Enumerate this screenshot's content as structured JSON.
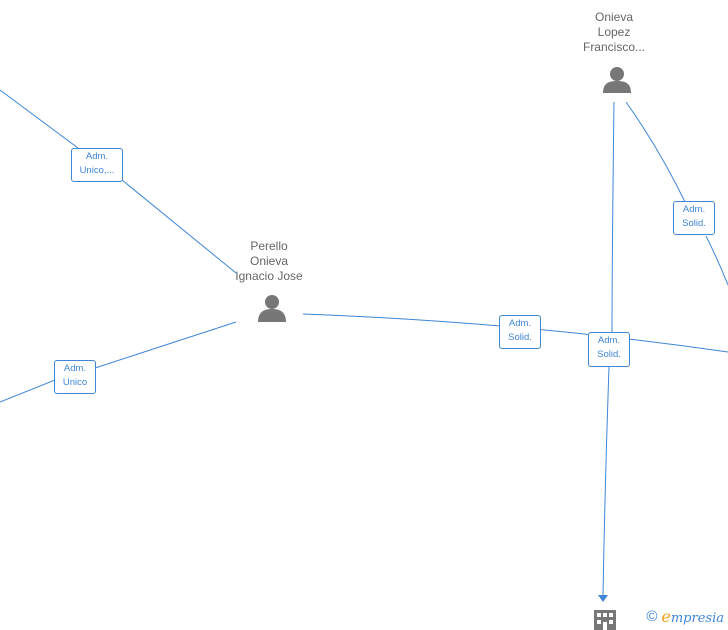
{
  "nodes": {
    "perello": {
      "line1": "Perello",
      "line2": "Onieva",
      "line3": "Ignacio Jose"
    },
    "onieva": {
      "line1": "Onieva",
      "line2": "Lopez",
      "line3": "Francisco..."
    }
  },
  "edges": {
    "adm_unico_top": {
      "line1": "Adm.",
      "line2": "Unico,..."
    },
    "adm_unico_left": {
      "line1": "Adm.",
      "line2": "Unico"
    },
    "adm_solid_middle": {
      "line1": "Adm.",
      "line2": "Solid."
    },
    "adm_solid_right": {
      "line1": "Adm.",
      "line2": "Solid."
    },
    "adm_solid_far_right": {
      "line1": "Adm.",
      "line2": "Solid."
    }
  },
  "colors": {
    "edge": "#3f86d6",
    "node_icon": "#777777",
    "node_text": "#666666"
  },
  "watermark": {
    "copyright": "©",
    "e": "e",
    "brand": "mpresia"
  },
  "icons": {
    "person": "person-icon",
    "company": "building-icon"
  }
}
